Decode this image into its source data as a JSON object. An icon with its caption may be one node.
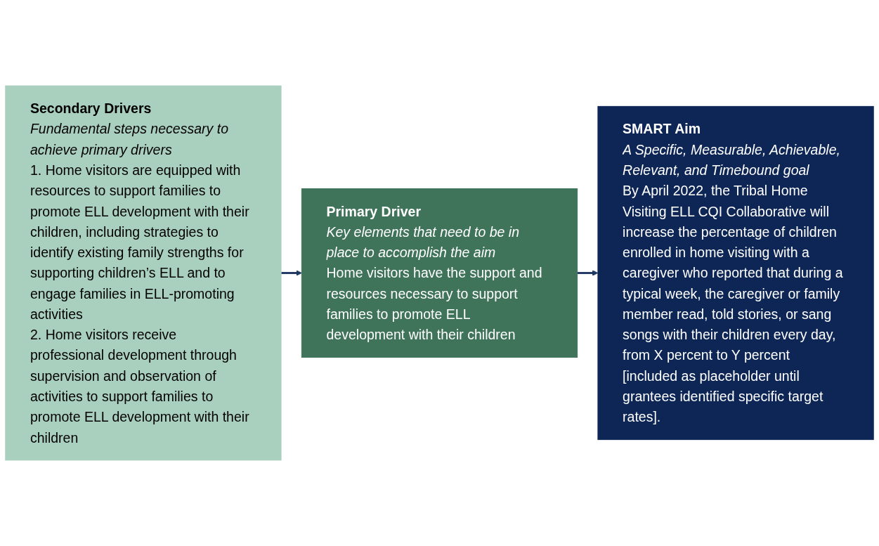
{
  "diagram": {
    "nodes": [
      {
        "text": [
          "Secondary Drivers",
          "Fundamental steps necessary to achieve primary drivers",
          "1. Home visitors are equipped with resources to support families to promote ELL development with their children, including strategies to identify existing family strengths for supporting children’s ELL and to engage families in ELL-promoting activities",
          "2. Home visitors receive professional development through supervision and observation of activities to support families to promote ELL development with their children"
        ]
      },
      {
        "text": [
          "Primary Driver",
          "Key elements that need to be in place to accomplish the aim",
          "Home visitors have the support and resources necessary to support families to promote ELL development with their children"
        ]
      },
      {
        "text": [
          "SMART Aim",
          "A Specific, Measurable, Achievable, Relevant, and Timebound goal",
          "By April 2022, the Tribal Home Visiting ELL CQI Collaborative will increase the percentage of children enrolled in home visiting with a caregiver who reported that during a typical week, the caregiver or family member read, told stories, or sang songs with their children every day, from X percent to Y percent [included as placeholder until grantees identified specific target rates]."
        ]
      }
    ],
    "edges": [
      {
        "from": 0,
        "to": 1,
        "arrow": "to"
      },
      {
        "from": 1,
        "to": 2,
        "arrow": "to"
      }
    ]
  }
}
